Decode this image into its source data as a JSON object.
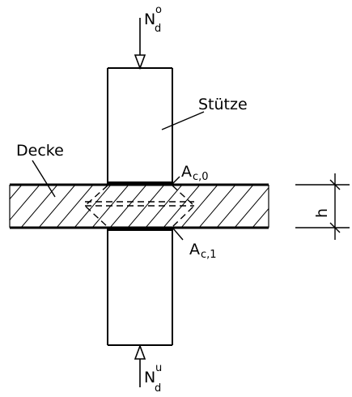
{
  "labels": {
    "column": "Stütze",
    "slab": "Decke",
    "n_top_main": "N",
    "n_top_sup": "o",
    "n_top_sub": "d",
    "n_bot_main": "N",
    "n_bot_sup": "u",
    "n_bot_sub": "d",
    "a0_main": "A",
    "a0_sub": "c,0",
    "a1_main": "A",
    "a1_sub": "c,1",
    "thickness": "h"
  },
  "colors": {
    "line": "#000000",
    "background": "#ffffff"
  }
}
